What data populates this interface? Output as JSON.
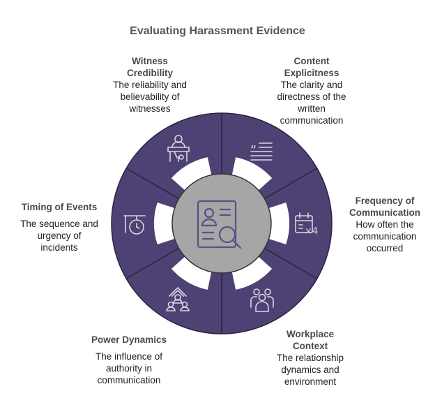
{
  "title": "Evaluating Harassment Evidence",
  "colors": {
    "ring": "#4d4273",
    "ring_stroke": "#2b2340",
    "hub": "#a6a6a6",
    "hub_stroke": "#333333",
    "icon": "#d9d6e6",
    "hub_icon": "#5a4f85",
    "title_text": "#555555"
  },
  "center": {
    "icon": "document-search-icon"
  },
  "segments": [
    {
      "id": "content-explicitness",
      "icon": "quote-lines-icon",
      "heading": "Content Explicitness",
      "heading_lines": [
        "Content",
        "Explicitness"
      ],
      "desc_lines": [
        "The clarity and",
        "directness of the",
        "written",
        "communication"
      ]
    },
    {
      "id": "frequency-of-communication",
      "icon": "calendar-x4-icon",
      "heading": "Frequency of Communication",
      "heading_lines": [
        "Frequency of",
        "Communication"
      ],
      "desc_lines": [
        "How often the",
        "communication",
        "occurred"
      ]
    },
    {
      "id": "workplace-context",
      "icon": "people-group-icon",
      "heading": "Workplace Context",
      "heading_lines": [
        "Workplace",
        "Context"
      ],
      "desc_lines": [
        "The relationship",
        "dynamics and",
        "environment"
      ]
    },
    {
      "id": "power-dynamics",
      "icon": "hierarchy-icon",
      "heading": "Power Dynamics",
      "heading_lines": [
        "Power Dynamics"
      ],
      "desc_lines": [
        "The influence of",
        "authority in",
        "communication"
      ]
    },
    {
      "id": "timing-of-events",
      "icon": "clock-timing-icon",
      "heading": "Timing of Events",
      "heading_lines": [
        "Timing of Events"
      ],
      "desc_lines": [
        "The sequence and",
        "urgency of",
        "incidents"
      ]
    },
    {
      "id": "witness-credibility",
      "icon": "witness-stand-icon",
      "heading": "Witness Credibility",
      "heading_lines": [
        "Witness",
        "Credibility"
      ],
      "desc_lines": [
        "The reliability and",
        "believability of",
        "witnesses"
      ]
    }
  ]
}
